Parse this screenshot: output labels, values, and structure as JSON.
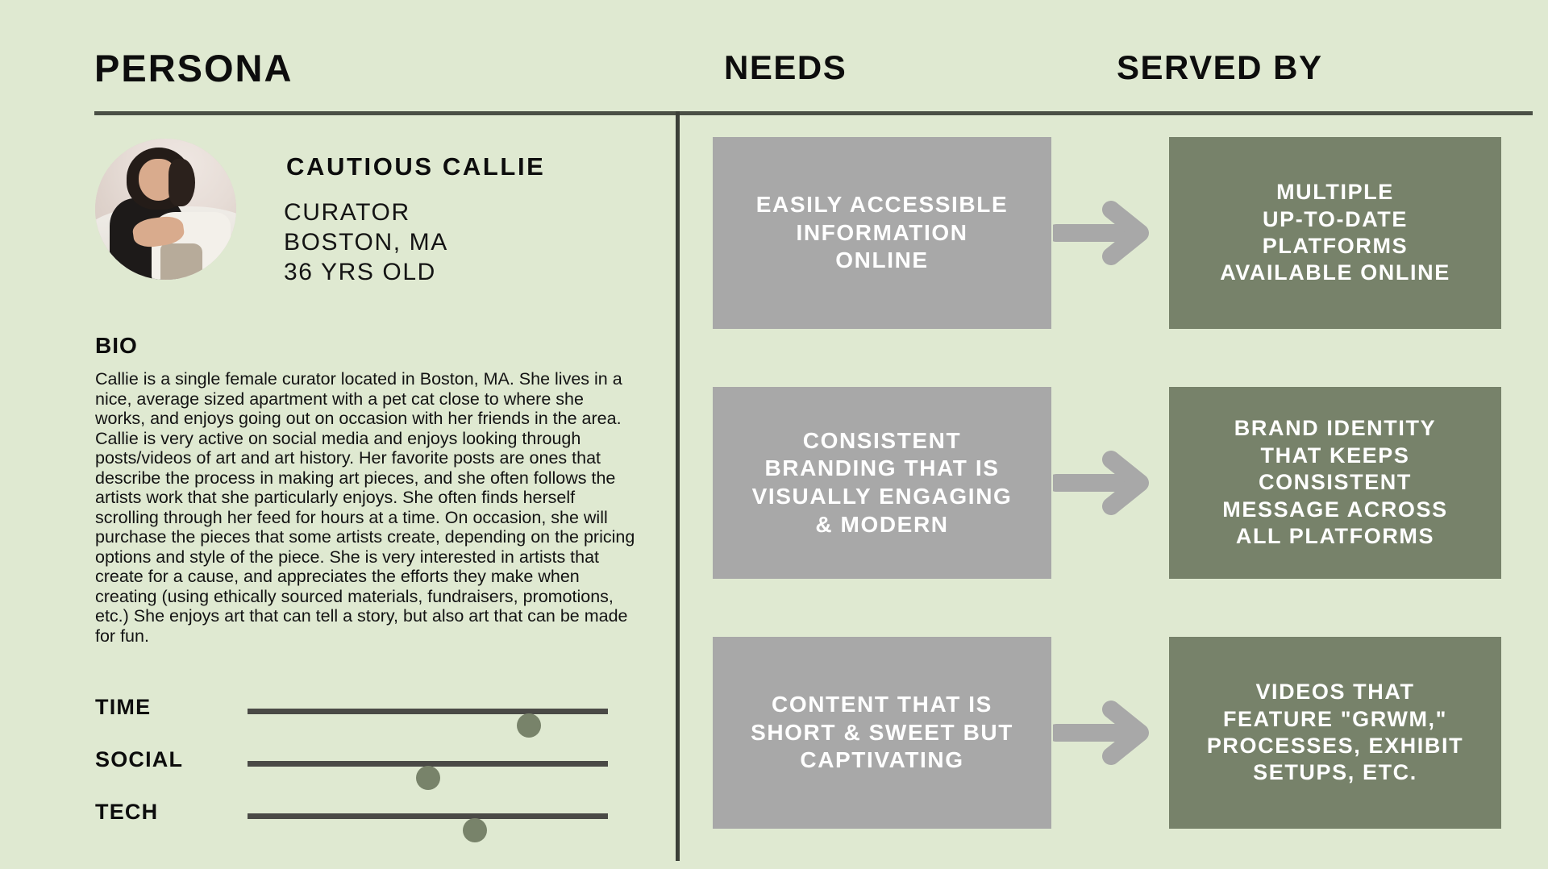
{
  "theme": {
    "background": "#dfe9d1",
    "rule": "#4a4f45",
    "need_box": "#a8a8a8",
    "served_box": "#77826a",
    "arrow": "#a8a8a8",
    "knob": "#78836a",
    "track": "#4a4a46"
  },
  "headers": {
    "persona": "PERSONA",
    "needs": "NEEDS",
    "served_by": "SERVED BY"
  },
  "persona": {
    "avatar_alt": "portrait-photo",
    "name": "CAUTIOUS CALLIE",
    "meta": "CURATOR\nBOSTON, MA\n36 YRS OLD",
    "role": "CURATOR",
    "location": "BOSTON, MA",
    "age": "36 YRS OLD"
  },
  "bio": {
    "title": "BIO",
    "text": "Callie is a single female curator located in Boston, MA. She lives in a nice, average sized apartment with a pet cat close to where she works, and enjoys going out on occasion with her friends in the area. Callie is very active on social media and enjoys looking through posts/videos of art and art history. Her favorite posts are ones that describe the process in making art pieces, and she often follows the artists work that she particularly enjoys. She often finds herself scrolling through her feed for hours at a time. On occasion, she will purchase the pieces that some artists create, depending on the pricing options and style of the piece. She is very interested in artists that create for a cause, and appreciates the efforts they make when creating (using ethically sourced materials, fundraisers, promotions, etc.) She enjoys art that can tell a story, but also art that can be made for fun."
  },
  "sliders": [
    {
      "label": "TIME",
      "value_pct": 78
    },
    {
      "label": "SOCIAL",
      "value_pct": 50
    },
    {
      "label": "TECH",
      "value_pct": 63
    }
  ],
  "rows": [
    {
      "need": "EASILY ACCESSIBLE\nINFORMATION\nONLINE",
      "arrow": "arrow-right-icon",
      "served": "MULTIPLE\nUP-TO-DATE\nPLATFORMS\nAVAILABLE ONLINE"
    },
    {
      "need": "CONSISTENT\nBRANDING THAT IS\nVISUALLY ENGAGING\n& MODERN",
      "arrow": "arrow-right-icon",
      "served": "BRAND IDENTITY\nTHAT KEEPS\nCONSISTENT\nMESSAGE ACROSS\nALL PLATFORMS"
    },
    {
      "need": "CONTENT THAT IS\nSHORT & SWEET BUT\nCAPTIVATING",
      "arrow": "arrow-right-icon",
      "served": "VIDEOS THAT\nFEATURE \"GRWM,\"\nPROCESSES, EXHIBIT\nSETUPS, ETC."
    }
  ]
}
